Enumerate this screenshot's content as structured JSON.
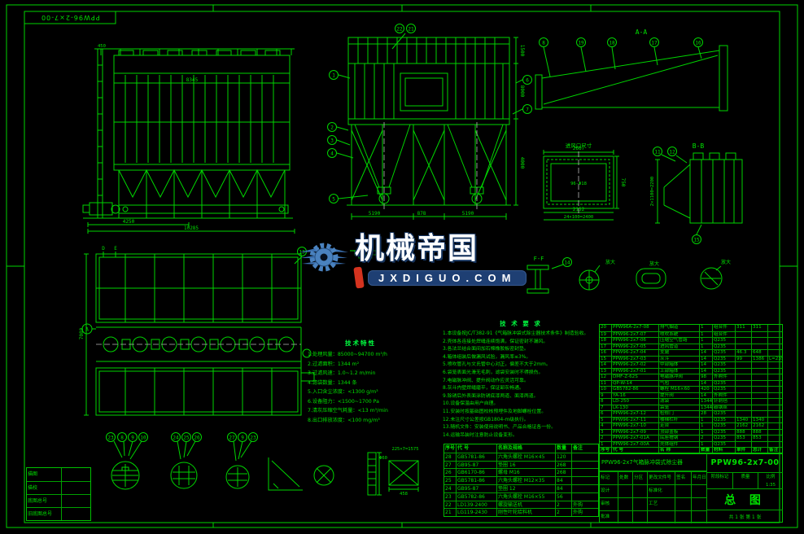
{
  "sheet": {
    "corner_no": "PPW96-2×7-00"
  },
  "watermark": {
    "brand": "机械帝国",
    "site": "JXDIGUO.COM"
  },
  "vlabels": {
    "aa": "A-A",
    "bb": "B-B",
    "cc": "C-C",
    "ff": "F-F",
    "inlet": "进风口尺寸",
    "enlarge": "放大"
  },
  "bal": {
    "1": "1",
    "2": "2",
    "3": "3",
    "4": "4",
    "5": "5",
    "6": "6",
    "7": "7",
    "8": "8",
    "9": "9",
    "10": "10",
    "11": "11",
    "12": "12",
    "13": "13",
    "14": "14",
    "15": "15",
    "16": "16",
    "17": "17",
    "18": "18",
    "19": "19",
    "21": "21",
    "22": "22",
    "23": "23",
    "24": "24",
    "25": "25",
    "26": "26",
    "27": "27",
    "A": "A",
    "D": "D",
    "E": "E"
  },
  "dims": {
    "d450": "450",
    "d8345": "8345",
    "d4250": "4250",
    "d10285": "10285",
    "d5190": "5190",
    "d878": "878",
    "d1500": "1500",
    "d8000": "8000",
    "d4000": "4000",
    "d2667": "2667",
    "d750": "750",
    "d2152": "2152",
    "d24x100": "24×100=2400",
    "holes": "96-Φ18",
    "d2x1100": "2×1100=2200",
    "d7080": "7080",
    "pipe_pitch": "225×7=1575",
    "d458": "458",
    "d60": "Φ60"
  },
  "params": {
    "title": "技术特性",
    "items": [
      "1.处理风量：85000~94700 m³/h",
      "2.过滤面积：1344 m²",
      "3.过滤风速：1.0~1.2 m/min",
      "4.滤袋数量：1344 条",
      "5.入口含尘浓度：<1300 g/m³",
      "6.设备阻力：<1500~1700 Pa",
      "7.清灰压缩空气耗量：<13 m³/min",
      "8.出口排放浓度：<100 mg/m³"
    ]
  },
  "notes": {
    "title": "技 术 要 求",
    "items": [
      "1.本设备按JC/T382-91《气箱脉冲袋式除尘器技术条件》制造验收。",
      "2.壳体各连接处焊缝连续饱满，保证密封不漏风。",
      "3.各法兰结合面间加石棉橡胶板密封垫。",
      "4.箱体组装后做漏风试验，漏风率≤3%。",
      "5.喷吹管孔与文氏管中心对正，偏差不大于2mm。",
      "6.袋笼表面光滑无毛刺，滤袋安装时不得损伤。",
      "7.电磁脉冲阀、提升阀动作应灵活可靠。",
      "8.灰斗内壁焊缝磨平，保证卸灰畅通。",
      "9.除锈后外表面涂防锈底漆两道、面漆两道。",
      "10.设备保温由用户自理。",
      "11.安装时按基础图校核预埋件及地脚螺栓位置。",
      "12.未注尺寸公差按GB1804-m级执行。",
      "13.随机文件：安装使用说明书、产品合格证各一份。",
      "14.运输吊装时注意防止设备变形。"
    ]
  },
  "bom": {
    "rows": [
      [
        "20",
        "PPW96A-2x7-08",
        "排气烟道",
        "1",
        "组合件",
        "311",
        "311",
        ""
      ],
      [
        "19",
        "PPW96-2x7-07",
        "喷吹系统",
        "1",
        "组合件",
        "",
        "",
        ""
      ],
      [
        "18",
        "PPW96-2x7-06",
        "压缩空气管路",
        "1",
        "Q235",
        "",
        "",
        ""
      ],
      [
        "17",
        "PPW96-2x7-05",
        "进风管道",
        "1",
        "Q235",
        "",
        "",
        ""
      ],
      [
        "16",
        "PPW96-2x7-04",
        "支腿",
        "14",
        "Q235",
        "46.3",
        "648",
        ""
      ],
      [
        "15",
        "PPW96-2x7-03",
        "灰斗",
        "14",
        "Q235",
        "99",
        "1386",
        "L=2350"
      ],
      [
        "14",
        "PPW96-2x7-02",
        "中部箱体",
        "14",
        "Q235",
        "",
        "",
        ""
      ],
      [
        "13",
        "PPW96-2x7-01",
        "上部箱体",
        "14",
        "Q235",
        "",
        "",
        ""
      ],
      [
        "12",
        "DMF-Z-62S",
        "电磁脉冲阀",
        "98",
        "外购件",
        "",
        "",
        ""
      ],
      [
        "11",
        "QP-W-14",
        "气包",
        "14",
        "Q235",
        "",
        "",
        ""
      ],
      [
        "10",
        "GB5782-86",
        "螺栓 M16×60",
        "420",
        "Q235",
        "",
        "",
        ""
      ],
      [
        "9",
        "YA-16",
        "提升阀",
        "14",
        "外购件",
        "",
        "",
        ""
      ],
      [
        "8",
        "LD-250",
        "滤袋",
        "1344",
        "针刺毡",
        "",
        "",
        ""
      ],
      [
        "7",
        "LK-130",
        "袋笼",
        "1344",
        "碳钢丝",
        "",
        "",
        ""
      ],
      [
        "6",
        "PPW96-2x7-12",
        "检修门",
        "28",
        "Q235",
        "",
        "",
        ""
      ],
      [
        "5",
        "PPW96-2x7-11",
        "楼梯栏杆",
        "1",
        "Q235",
        "1340",
        "1340",
        ""
      ],
      [
        "4",
        "PPW96-2x7-10",
        "走台",
        "1",
        "Q235",
        "2162",
        "2162",
        ""
      ],
      [
        "3",
        "PPW96-2x7-09",
        "顶部盖板",
        "1",
        "Q235",
        "888",
        "888",
        ""
      ],
      [
        "2",
        "PPW96-2x7-01A",
        "底座槽钢",
        "2",
        "Q235",
        "853",
        "853",
        ""
      ],
      [
        "1",
        "PPW96-2x7-00A",
        "壳体组件",
        "1",
        "Q235",
        "",
        "",
        ""
      ],
      [
        "序号",
        "代 号",
        "名 称",
        "数量",
        "材料",
        "单件",
        "总计",
        "备注"
      ]
    ]
  },
  "bom2": {
    "rows": [
      [
        "序号",
        "代  号",
        "名称及规格",
        "数量",
        "备注"
      ],
      [
        "28",
        "GB5781-86",
        "六角头螺栓 M16×45",
        "120",
        ""
      ],
      [
        "27",
        "GB95-87",
        "垫圈 16",
        "268",
        ""
      ],
      [
        "26",
        "GB6170-86",
        "螺母 M16",
        "268",
        ""
      ],
      [
        "25",
        "GB5781-86",
        "六角头螺栓 M12×35",
        "84",
        ""
      ],
      [
        "24",
        "GB95-87",
        "垫圈 12",
        "84",
        ""
      ],
      [
        "23",
        "GB5782-86",
        "六角头螺栓 M16×55",
        "56",
        ""
      ],
      [
        "22",
        "LD139-2400",
        "螺旋输送机",
        "2",
        "外购"
      ],
      [
        "21",
        "LG119-2430",
        "刚性叶轮给料机",
        "2",
        "外购"
      ]
    ]
  },
  "titleblock": {
    "product": "PPW96-2x7气箱脉冲袋式除尘器",
    "no": "PPW96-2x7-00",
    "title": "总 图",
    "stage": "阶段标记",
    "mass": "质量",
    "scale": "比例",
    "scale_val": "1:35",
    "sheets": "共 1 张  第 1 张",
    "left_rows": [
      [
        "标记",
        "处数",
        "分区",
        "更改文件号",
        "签名",
        "年月日"
      ],
      [
        "设计",
        "",
        "",
        "标准化",
        "",
        ""
      ],
      [
        "审核",
        "",
        "",
        "工艺",
        "",
        ""
      ],
      [
        "批准",
        "",
        "",
        "",
        "",
        ""
      ]
    ]
  },
  "revision": {
    "rows": [
      [
        "描图",
        ""
      ],
      [
        "描校",
        ""
      ],
      [
        "底图总号",
        ""
      ],
      [
        "旧底图总号",
        ""
      ]
    ]
  }
}
